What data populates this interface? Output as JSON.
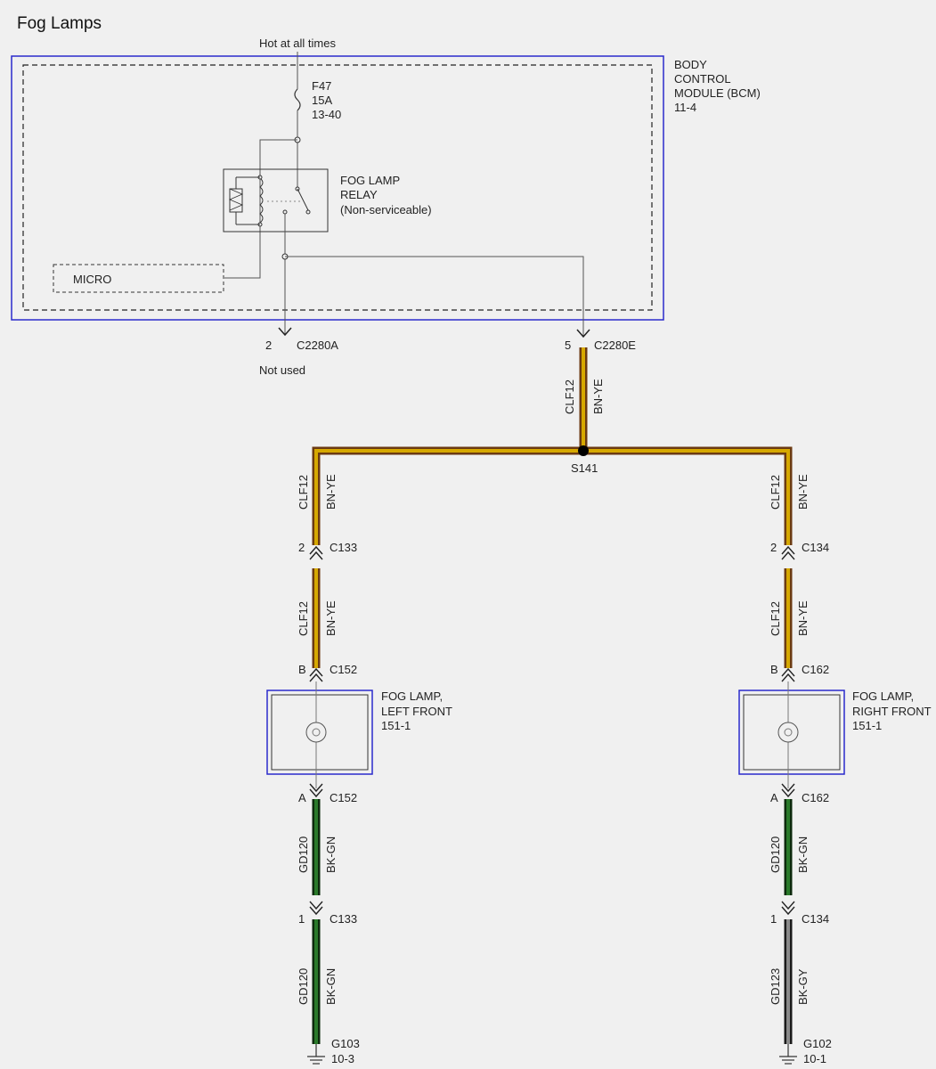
{
  "page_title": "Fog Lamps",
  "power": {
    "label": "Hot at all times"
  },
  "bcm": {
    "line1": "BODY",
    "line2": "CONTROL",
    "line3": "MODULE (BCM)",
    "line4": "11-4"
  },
  "fuse": {
    "name": "F47",
    "rating": "15A",
    "ref": "13-40"
  },
  "relay": {
    "line1": "FOG LAMP",
    "line2": "RELAY",
    "line3": "(Non-serviceable)"
  },
  "micro": {
    "label": "MICRO"
  },
  "connector_c2280a": {
    "pin": "2",
    "name": "C2280A",
    "note": "Not used"
  },
  "connector_c2280e": {
    "pin": "5",
    "name": "C2280E"
  },
  "splice": {
    "name": "S141"
  },
  "colors": {
    "bn_ye": "#c8a000",
    "bn_ye_edge": "#6b3a12",
    "bk_gn": "#1f5a1f",
    "bk_gy": "#444444",
    "module_border": "#2a2acc"
  },
  "wires": {
    "trunk": {
      "circuit": "CLF12",
      "color": "BN-YE"
    },
    "left_upper": {
      "circuit": "CLF12",
      "color": "BN-YE"
    },
    "left_mid": {
      "circuit": "CLF12",
      "color": "BN-YE"
    },
    "right_upper": {
      "circuit": "CLF12",
      "color": "BN-YE"
    },
    "right_mid": {
      "circuit": "CLF12",
      "color": "BN-YE"
    },
    "left_ground_1": {
      "circuit": "GD120",
      "color": "BK-GN"
    },
    "left_ground_2": {
      "circuit": "GD120",
      "color": "BK-GN"
    },
    "right_ground_1": {
      "circuit": "GD120",
      "color": "BK-GN"
    },
    "right_ground_2": {
      "circuit": "GD123",
      "color": "BK-GY"
    }
  },
  "left": {
    "c133_top": {
      "pin": "2",
      "name": "C133"
    },
    "c152_top": {
      "pin": "B",
      "name": "C152"
    },
    "lamp": {
      "line1": "FOG LAMP,",
      "line2": "LEFT FRONT",
      "line3": "151-1"
    },
    "c152_bottom": {
      "pin": "A",
      "name": "C152"
    },
    "c133_bottom": {
      "pin": "1",
      "name": "C133"
    },
    "ground": {
      "name": "G103",
      "ref": "10-3"
    }
  },
  "right": {
    "c134_top": {
      "pin": "2",
      "name": "C134"
    },
    "c162_top": {
      "pin": "B",
      "name": "C162"
    },
    "lamp": {
      "line1": "FOG LAMP,",
      "line2": "RIGHT FRONT",
      "line3": "151-1"
    },
    "c162_bottom": {
      "pin": "A",
      "name": "C162"
    },
    "c134_bottom": {
      "pin": "1",
      "name": "C134"
    },
    "ground": {
      "name": "G102",
      "ref": "10-1"
    }
  }
}
